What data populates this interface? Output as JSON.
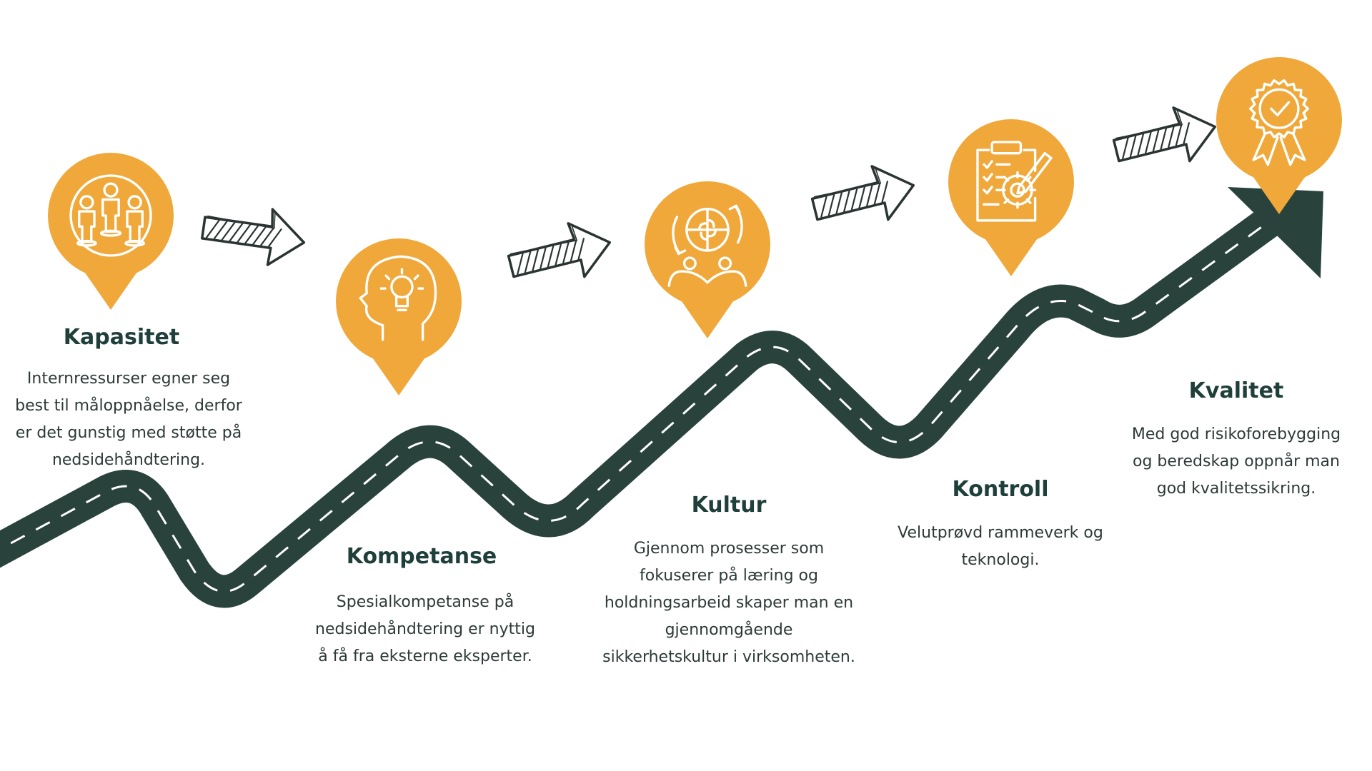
{
  "colors": {
    "road": "#29433c",
    "road_dash": "#ffffff",
    "marker": "#f0a83a",
    "icon_line": "#ffffff",
    "title": "#1f3f3a",
    "text": "#2e3a38",
    "sketch_arrow": "#2a3432"
  },
  "stages": [
    {
      "title": "Kapasitet",
      "icon": "people-group-icon",
      "lines": [
        "Internressurser egner seg",
        "best til måloppnåelse, derfor",
        "er det gunstig med støtte på",
        "nedsidehåndtering."
      ]
    },
    {
      "title": "Kompetanse",
      "icon": "head-lightbulb-icon",
      "lines": [
        "Spesialkompetanse på",
        "nedsidehåndtering er nyttig",
        "å få fra eksterne eksperter."
      ]
    },
    {
      "title": "Kultur",
      "icon": "puzzle-people-icon",
      "lines": [
        "Gjennom prosesser som",
        "fokuserer på læring og",
        "holdningsarbeid skaper man en",
        "gjennomgående",
        "sikkerhetskultur i virksomheten."
      ]
    },
    {
      "title": "Kontroll",
      "icon": "clipboard-gear-icon",
      "lines": [
        "Velutprøvd rammeverk og",
        "teknologi."
      ]
    },
    {
      "title": "Kvalitet",
      "icon": "award-ribbon-icon",
      "lines": [
        "Med god risikoforebygging",
        "og beredskap oppnår man",
        "god kvalitetssikring."
      ]
    }
  ],
  "connectors": [
    "sketch-arrow-icon",
    "sketch-arrow-icon",
    "sketch-arrow-icon",
    "sketch-arrow-icon"
  ]
}
